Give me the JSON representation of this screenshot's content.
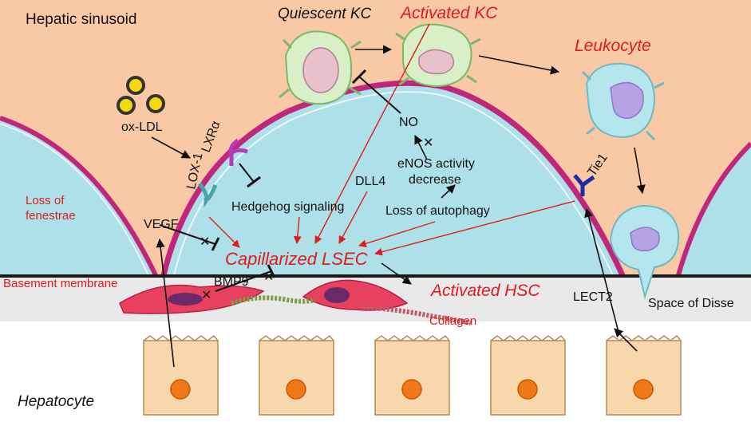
{
  "title": "Hepatic sinusoid",
  "cells": {
    "quiescent_kc": "Quiescent KC",
    "activated_kc": "Activated KC",
    "leukocyte": "Leukocyte",
    "capillarized_lsec": "Capillarized LSEC",
    "activated_hsc": "Activated HSC",
    "hepatocyte": "Hepatocyte"
  },
  "molecules": {
    "ox_ldl": "ox-LDL",
    "lox1": "LOX-1",
    "lxra": "LXRα",
    "vegf": "VEGF",
    "bmp9": "BMP9",
    "no": "NO",
    "dll4": "DLL4",
    "tie1": "Tie1",
    "lect2": "LECT2"
  },
  "processes": {
    "hedgehog": "Hedgehog signaling",
    "enos": [
      "eNOS activity",
      "decrease"
    ],
    "autophagy": "Loss of autophagy"
  },
  "structures": {
    "loss_fenestrae": [
      "Loss of",
      "fenestrae"
    ],
    "basement_membrane": "Basement membrane",
    "collagen": "Collagen",
    "space_disse": "Space of Disse"
  },
  "colors": {
    "sinusoid": "#f9c8a4",
    "lumen": "#aee0ea",
    "membrane": "#c0267a",
    "disse": "#e9e9e9",
    "hepatocyte": "#f8d7ad",
    "nucleus": "#f07818",
    "red_text": "#e01b1b"
  }
}
